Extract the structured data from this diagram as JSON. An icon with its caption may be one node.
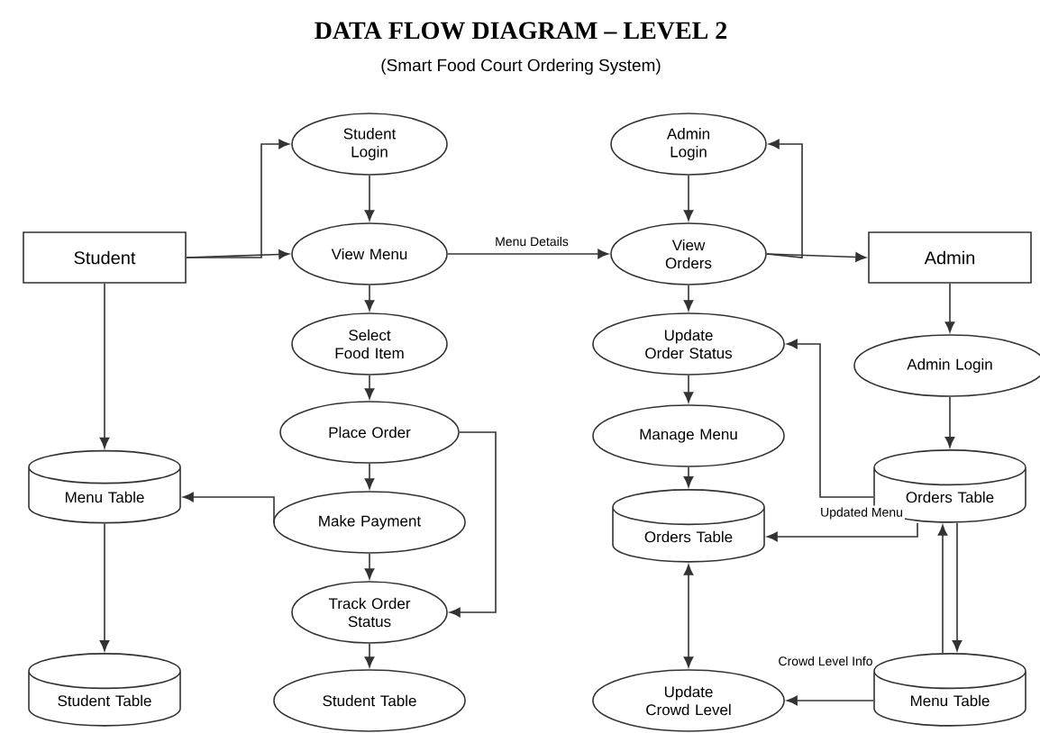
{
  "diagram": {
    "title": "DATA FLOW DIAGRAM – LEVEL 2",
    "nodes": [
      {
        "text": [
          "Student"
        ]
      },
      {
        "text": [
          "Student Login"
        ]
      },
      {
        "text": [
          "View Menu"
        ]
      },
      {
        "text": [
          "Select Food Item"
        ]
      },
      {
        "text": [
          "Place Order"
        ]
      },
      {
        "text": [
          "Make Payment"
        ]
      },
      {
        "text": [
          "Track Order Status"
        ]
      },
      {
        "text": [
          "Student Table"
        ]
      },
      {
        "text": [
          "Menu Table"
        ]
      },
      {
        "text": [
          "Student Table"
        ]
      },
      {
        "text": [
          "Admin Login"
        ]
      },
      {
        "text": [
          "View Orders"
        ]
      },
      {
        "text": [
          "Update Order Status"
        ]
      },
      {
        "text": [
          "Manage Menu"
        ]
      },
      {
        "text": [
          "Orders Table"
        ]
      },
      {
        "text": [
          "Update Crowd Level"
        ]
      },
      {
        "text": [
          "Admin"
        ]
      },
      {
        "text": [
          "Admin Login"
        ]
      },
      {
        "text": [
          "Orders Table"
        ]
      },
      {
        "text": [
          "Menu Table"
        ]
      }
    ],
    "edges": [
      {
        "from": 0,
        "to": 1,
        "arrow": "to"
      },
      {
        "from": 0,
        "to": 2,
        "arrow": "to"
      },
      {
        "from": 1,
        "to": 2,
        "arrow": "to"
      },
      {
        "from": 2,
        "to": 11,
        "arrow": "to",
        "label": "Menu Details"
      },
      {
        "from": 2,
        "to": 3,
        "arrow": "to"
      },
      {
        "from": 3,
        "to": 4,
        "arrow": "to"
      },
      {
        "from": 4,
        "to": 5,
        "arrow": "to"
      },
      {
        "from": 5,
        "to": 8,
        "arrow": "to"
      },
      {
        "from": 4,
        "to": 6,
        "arrow": "to"
      },
      {
        "from": 5,
        "to": 6,
        "arrow": "to"
      },
      {
        "from": 6,
        "to": 7,
        "arrow": "to"
      },
      {
        "from": 0,
        "to": 8,
        "arrow": "to"
      },
      {
        "from": 8,
        "to": 9,
        "arrow": "to"
      },
      {
        "from": 10,
        "to": 11,
        "arrow": "to"
      },
      {
        "from": 11,
        "to": 16,
        "arrow": "to"
      },
      {
        "from": 11,
        "to": 10,
        "arrow": "to"
      },
      {
        "from": 11,
        "to": 12,
        "arrow": "to"
      },
      {
        "from": 12,
        "to": 13,
        "arrow": "to"
      },
      {
        "from": 13,
        "to": 14,
        "arrow": "to"
      },
      {
        "from": 18,
        "to": 12,
        "arrow": "to"
      },
      {
        "from": 18,
        "to": 14,
        "arrow": "to",
        "label": "Updated Menu"
      },
      {
        "from": 16,
        "to": 17,
        "arrow": "to"
      },
      {
        "from": 17,
        "to": 18,
        "arrow": "to"
      },
      {
        "from": 18,
        "to": 19,
        "arrow": "to"
      },
      {
        "from": 19,
        "to": 18,
        "arrow": "to"
      },
      {
        "from": 14,
        "to": 15,
        "arrow": "both"
      },
      {
        "from": 19,
        "to": 15,
        "arrow": "to",
        "label": "Crowd Level Info"
      }
    ],
    "labels": [
      "(Smart Food Court Ordering System)"
    ]
  }
}
